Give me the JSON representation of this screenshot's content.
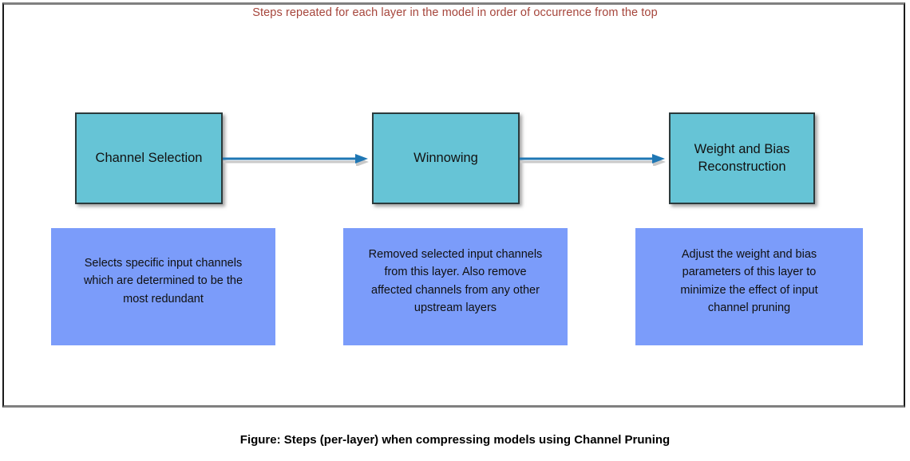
{
  "figure": {
    "top_note": "Steps repeated for each layer in the model in order of occurrence from the top",
    "caption": "Figure: Steps (per-layer) when compressing models using Channel Pruning",
    "colors": {
      "step_box_fill": "#66c4d6",
      "step_box_border": "#2b3a3c",
      "desc_box_fill": "#7b9cfa",
      "arrow": "#1f77b4",
      "top_note_text": "#a6453b",
      "caption_text": "#000000",
      "frame_border_dark": "#1a1a1a",
      "frame_border_gray": "#808080"
    }
  },
  "steps": [
    {
      "id": "channel-selection",
      "label": "Channel Selection",
      "description": "Selects specific input channels\nwhich are determined to be the\nmost redundant"
    },
    {
      "id": "winnowing",
      "label": "Winnowing",
      "description": "Removed selected input channels\nfrom this layer. Also remove\naffected channels from any other\nupstream layers"
    },
    {
      "id": "weight-and-bias-reconstruction",
      "label": "Weight and Bias\nReconstruction",
      "description": "Adjust the weight and bias\nparameters of this layer to\nminimize the effect of input\nchannel pruning"
    }
  ],
  "arrows": [
    {
      "id": "arrow-channel-selection-to-winnowing"
    },
    {
      "id": "arrow-winnowing-to-reconstruction"
    }
  ]
}
